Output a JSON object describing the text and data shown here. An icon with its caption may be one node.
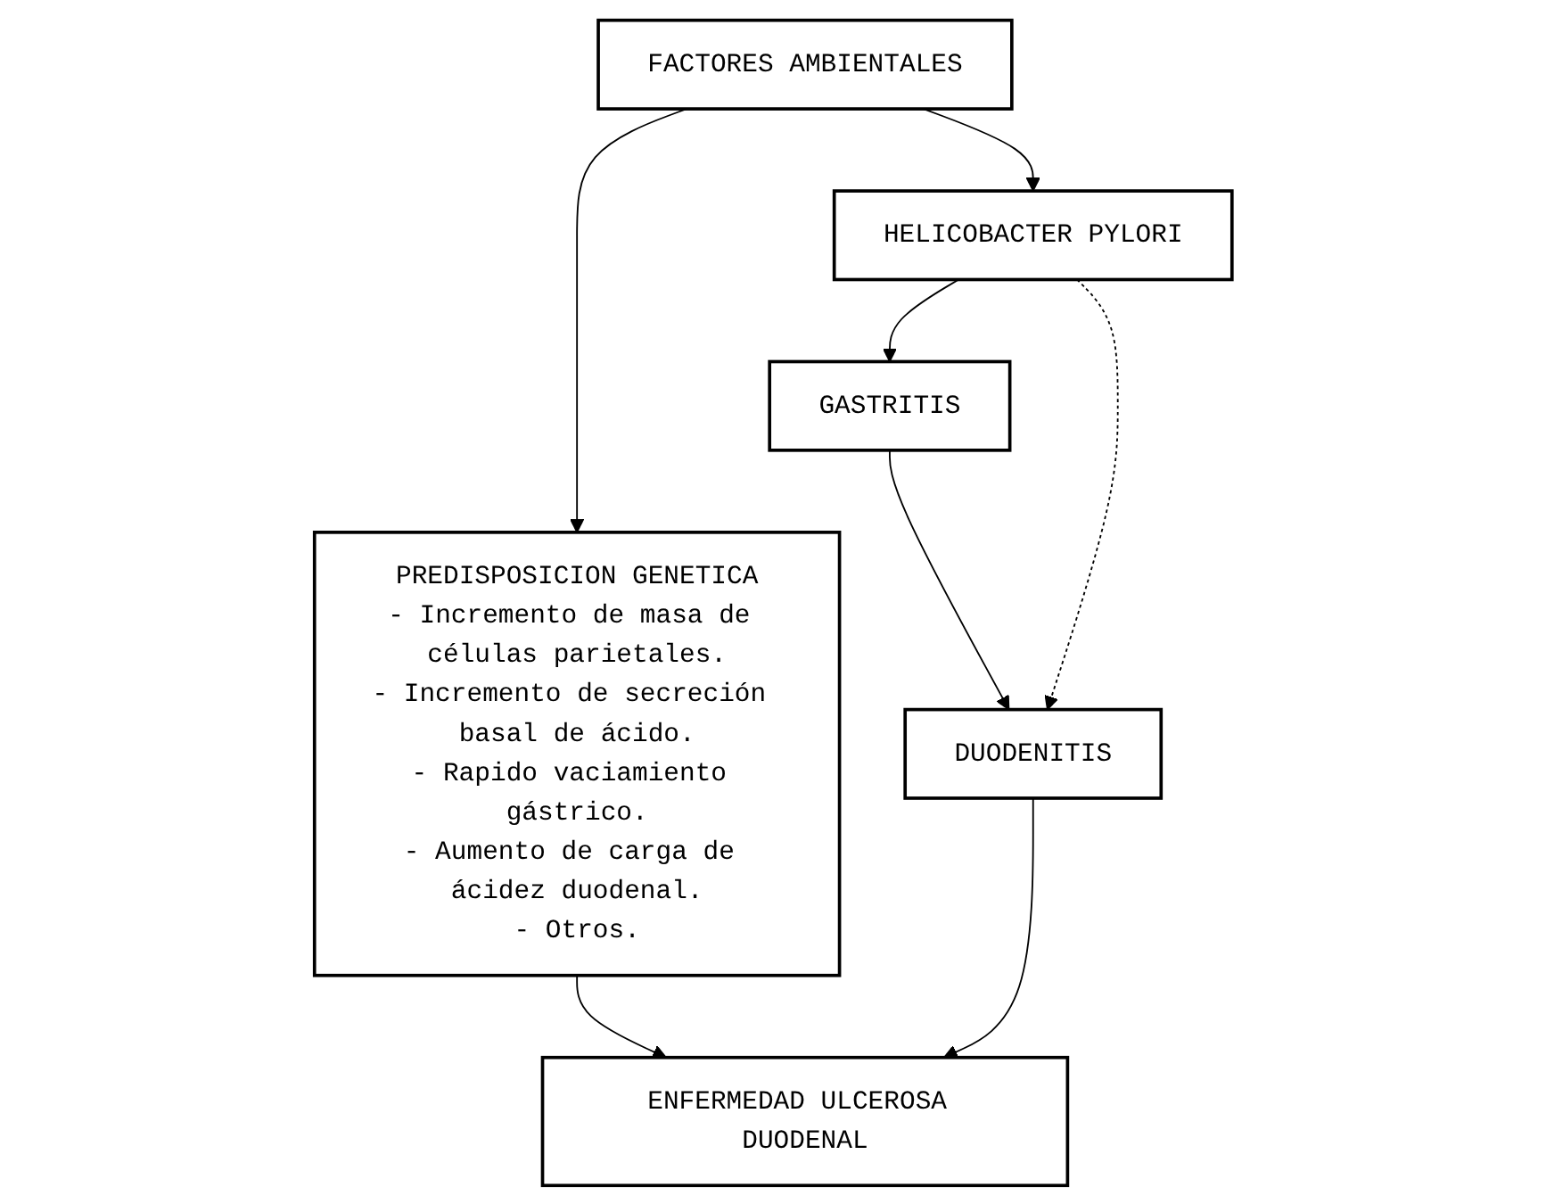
{
  "diagram": {
    "nodes": [
      {
        "text": [
          "FACTORES AMBIENTALES"
        ]
      },
      {
        "text": [
          "PREDISPOSICION GENETICA",
          "- Incremento de masa de células parietales.",
          "- Incremento de secreción basal de ácido.",
          "- Rapido vaciamiento gástrico.",
          "- Aumento de carga de ácidez duodenal.",
          "- Otros."
        ]
      },
      {
        "text": [
          "HELICOBACTER PYLORI"
        ]
      },
      {
        "text": [
          "GASTRITIS"
        ]
      },
      {
        "text": [
          "DUODENITIS"
        ]
      },
      {
        "text": [
          "ENFERMEDAD ULCEROSA DUODENAL"
        ]
      }
    ],
    "edges": [
      {
        "from": 0,
        "to": 1,
        "arrow": "to"
      },
      {
        "from": 0,
        "to": 2,
        "arrow": "to"
      },
      {
        "from": 2,
        "to": 3,
        "arrow": "to"
      },
      {
        "from": 3,
        "to": 4,
        "arrow": "to"
      },
      {
        "from": 2,
        "to": 4,
        "arrow": "to",
        "style": "dashed"
      },
      {
        "from": 1,
        "to": 5,
        "arrow": "to"
      },
      {
        "from": 4,
        "to": 5,
        "arrow": "to"
      }
    ]
  }
}
